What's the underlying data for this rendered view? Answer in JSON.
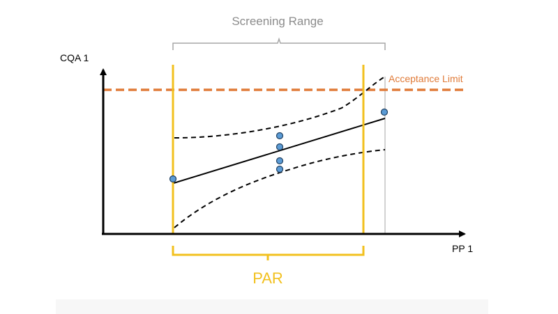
{
  "labels": {
    "screening_range": "Screening Range",
    "y_axis": "CQA 1",
    "x_axis": "PP 1",
    "acceptance_limit": "Acceptance Limit",
    "par": "PAR"
  },
  "colors": {
    "axis": "#000000",
    "acceptance_limit": "#e07b39",
    "par": "#f2c01e",
    "screening_bracket": "#a6a6a6",
    "screening_limit_line": "#a6a6a6",
    "regression_line": "#000000",
    "confidence_band": "#000000",
    "point_fill": "#5b9bd5",
    "point_stroke": "#1f3f60",
    "screening_text": "#8c8c8c"
  }
}
